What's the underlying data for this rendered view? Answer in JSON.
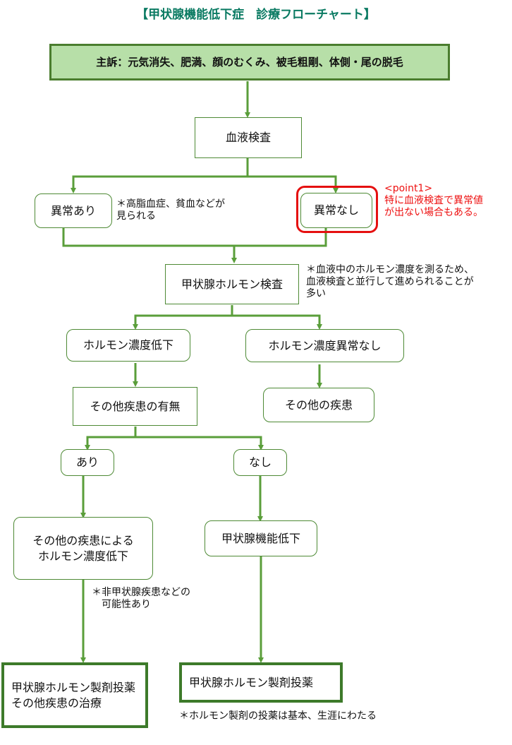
{
  "title": "【甲状腺機能低下症　診療フローチャート】",
  "nodes": {
    "complaint": "主訴：元気消失、肥満、顔のむくみ、被毛粗剛、体側・尾の脱毛",
    "blood_test": "血液検査",
    "abnormal": "異常あり",
    "normal": "異常なし",
    "hormone_test": "甲状腺ホルモン検査",
    "hormone_low": "ホルモン濃度低下",
    "hormone_normal": "ホルモン濃度異常なし",
    "other_disease_check": "その他疾患の有無",
    "other_disease": "その他の疾患",
    "yes": "あり",
    "no": "なし",
    "low_due_other_line1": "その他の疾患による",
    "low_due_other_line2": "ホルモン濃度低下",
    "hypothyroid": "甲状腺機能低下",
    "treat_both_line1": "甲状腺ホルモン製剤投薬",
    "treat_both_line2": "その他疾患の治療",
    "treat_hormone": "甲状腺ホルモン製剤投薬"
  },
  "notes": {
    "abnormal_note_line1": "＊高脂血症、貧血などが",
    "abnormal_note_line2": "見られる",
    "point1_label": "<point1>",
    "point1_line1": "特に血液検査で異常値",
    "point1_line2": "が出ない場合もある。",
    "hormone_test_note_line1": "＊血液中のホルモン濃度を測るため、",
    "hormone_test_note_line2": "血液検査と並行して進められることが",
    "hormone_test_note_line3": "多い",
    "nonthyroid_note_line1": "＊非甲状腺疾患などの",
    "nonthyroid_note_line2": "可能性あり",
    "lifelong_note": "＊ホルモン製剤の投薬は基本、生涯にわたる"
  },
  "colors": {
    "title": "#0a7a62",
    "connector": "#5a9e3a",
    "box_border": "#4e8a35",
    "complaint_fill": "#b7dfa8",
    "highlight": "#e51010"
  }
}
